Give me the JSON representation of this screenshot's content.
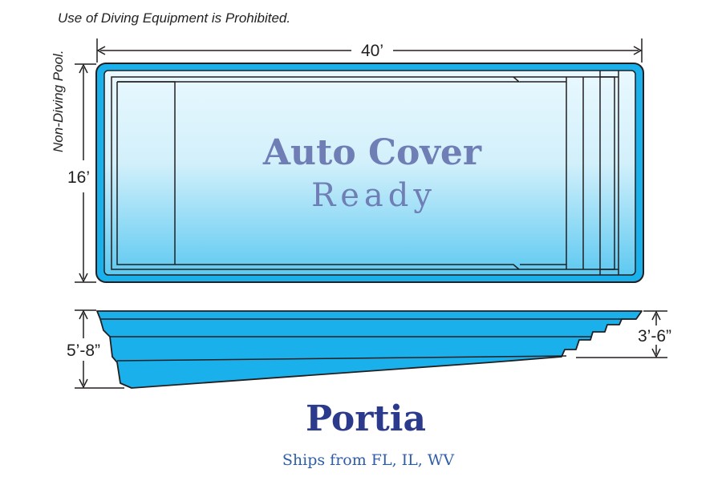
{
  "notice": "Use of Diving Equipment is Prohibited.",
  "side_note": "Non-Diving Pool.",
  "dimensions": {
    "length": "40’",
    "width": "16’",
    "deep_end": "5’-8”",
    "shallow_end": "3’-6”"
  },
  "badge": {
    "line1": "Auto Cover",
    "line2": "Ready"
  },
  "model": {
    "name": "Portia",
    "shipping": "Ships from FL, IL, WV"
  },
  "colors": {
    "pool_blue": "#1ab0ec",
    "water_light": "#e8f7fd",
    "water_mid": "#66cdf2",
    "outline": "#231f20",
    "badge_text": "#6f7eb5",
    "title_navy": "#2b3a8c",
    "shipping_blue": "#2f5ea8"
  }
}
